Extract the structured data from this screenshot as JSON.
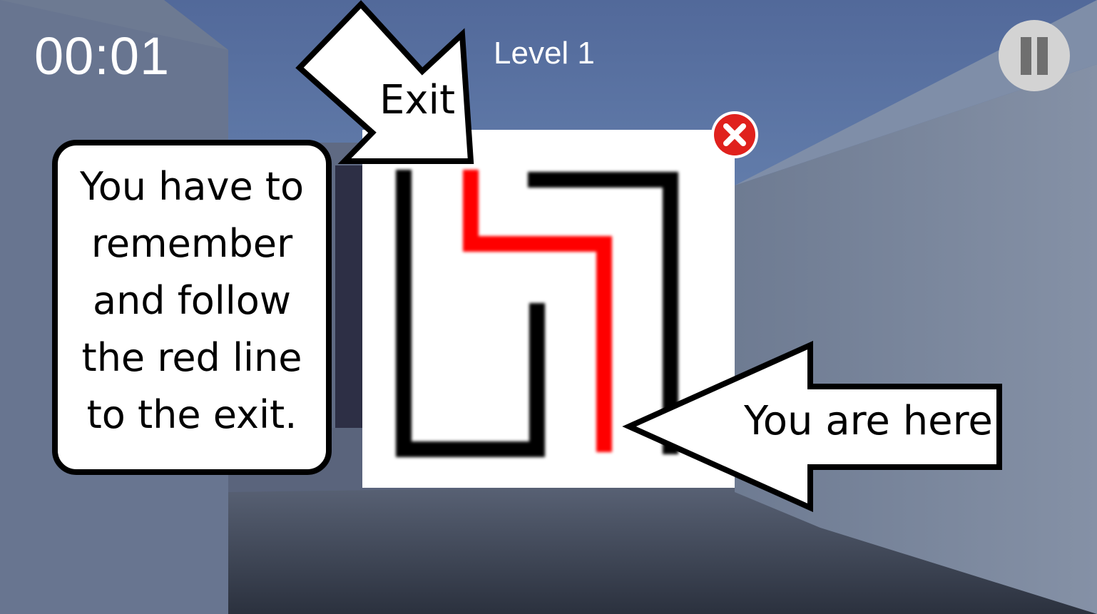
{
  "hud": {
    "timer": "00:01",
    "level": "Level 1"
  },
  "tutorial": {
    "instruction": "You have to remember and follow the red line to the exit.",
    "exit_label": "Exit",
    "position_label": "You are here"
  },
  "icons": {
    "pause": "pause-icon",
    "close": "close-icon"
  },
  "colors": {
    "path": "#ff0000",
    "walls": "#000000",
    "close_button": "#e0211d",
    "pause_button": "#d3d3d3"
  }
}
